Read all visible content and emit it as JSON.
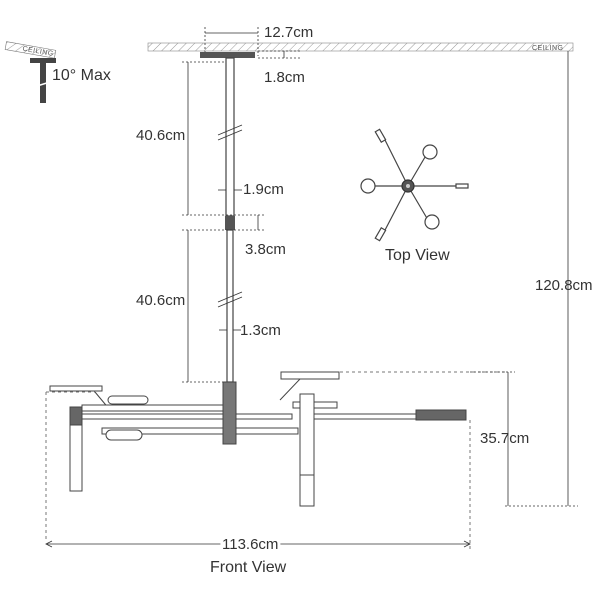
{
  "labels": {
    "ceiling": "CEILING",
    "slope_max": "10° Max",
    "canopy_width": "12.7cm",
    "canopy_height": "1.8cm",
    "stem_upper_length": "40.6cm",
    "stem_upper_diameter": "1.9cm",
    "coupler_height": "3.8cm",
    "stem_lower_length": "40.6cm",
    "stem_lower_diameter": "1.3cm",
    "overall_height": "120.8cm",
    "fixture_height": "35.7cm",
    "overall_width": "113.6cm",
    "front_view": "Front View",
    "top_view": "Top View"
  },
  "colors": {
    "line": "#333333",
    "fixture": "#555555",
    "dashed": "#777777"
  }
}
